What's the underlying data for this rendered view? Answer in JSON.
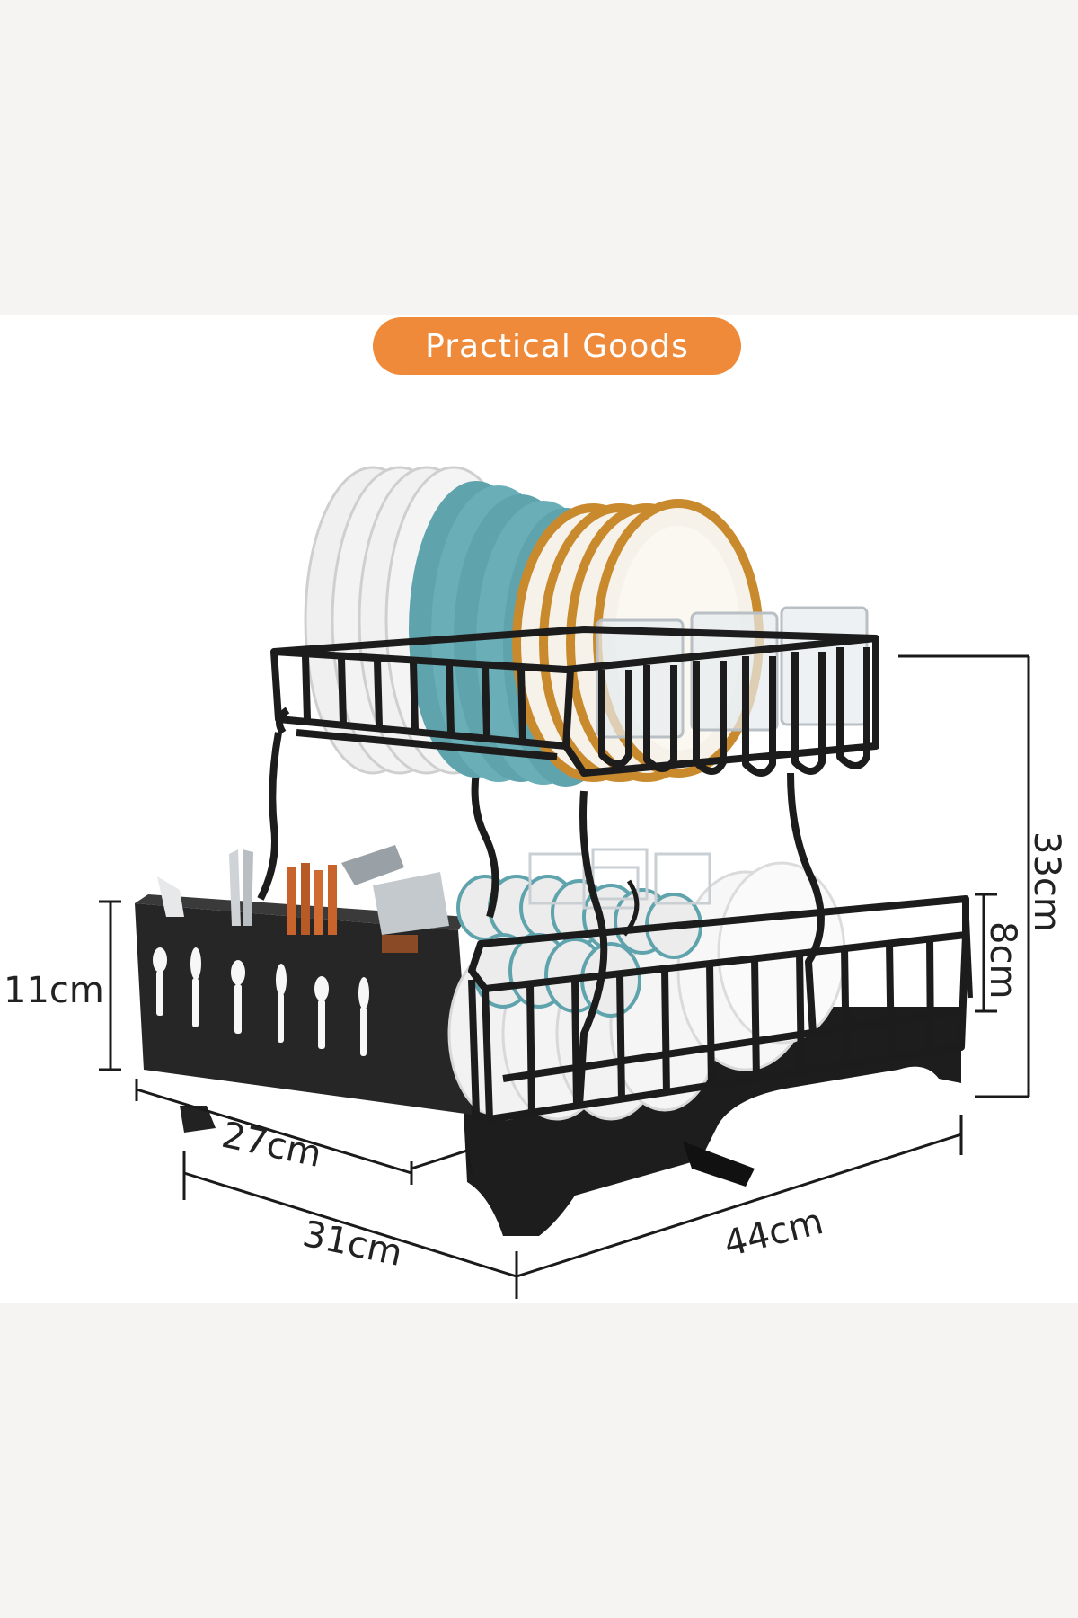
{
  "badge": {
    "label": "Practical Goods"
  },
  "dimensions": {
    "height_total": "33cm",
    "height_tier_gap": "8cm",
    "height_basket": "11cm",
    "depth_basket": "27cm",
    "depth_total": "31cm",
    "width_total": "44cm"
  },
  "colors": {
    "background": "#f5f4f2",
    "panel": "#ffffff",
    "badge": "#ee8a3a",
    "rack": "#1c1c1c",
    "plate_teal": "#5fa3ad",
    "plate_gold_rim": "#c98a2e"
  }
}
